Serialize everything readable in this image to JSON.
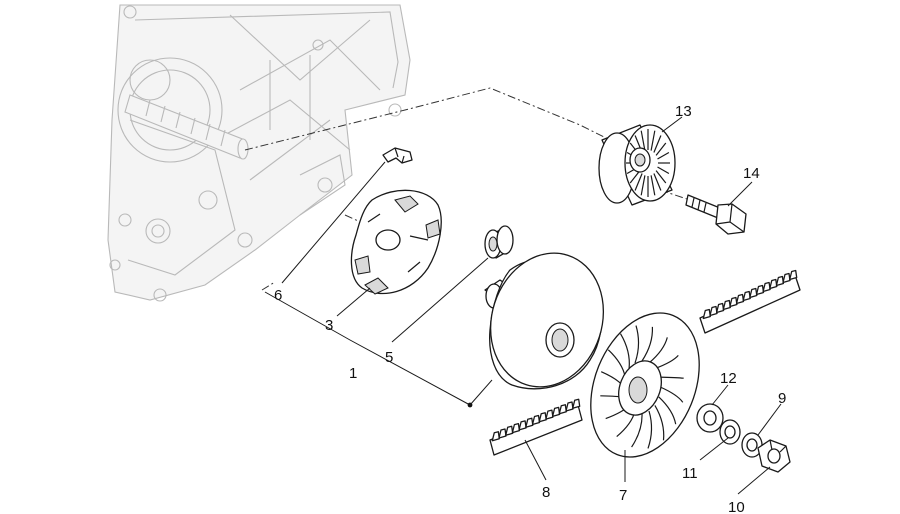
{
  "callouts": {
    "c1": "1",
    "c3": "3",
    "c5": "5",
    "c6": "6",
    "c7": "7",
    "c8": "8",
    "c9": "9",
    "c10": "10",
    "c11": "11",
    "c12": "12",
    "c13": "13",
    "c14": "14"
  }
}
